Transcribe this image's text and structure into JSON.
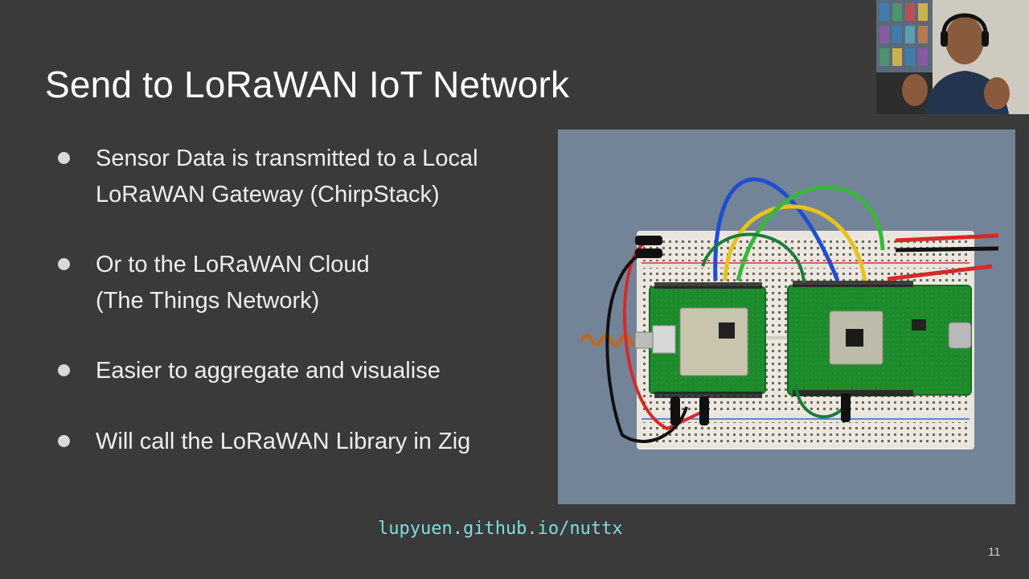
{
  "slide": {
    "title": "Send to LoRaWAN IoT Network",
    "bullets": [
      "Sensor Data is transmitted to a Local\nLoRaWAN Gateway (ChirpStack)",
      "Or to the LoRaWAN Cloud\n(The Things Network)",
      "Easier to aggregate and visualise",
      "Will call the LoRaWAN Library in Zig"
    ],
    "footer_link": "lupyuen.github.io/nuttx",
    "page_number": "11"
  },
  "colors": {
    "background": "#3a3a3a",
    "link": "#7fdde0",
    "pcb_green": "#1e8a2e",
    "wire_blue": "#1f4fd0",
    "wire_yellow": "#e8c21a",
    "wire_green": "#36b83b",
    "wire_red": "#d42a2a"
  },
  "icons": {
    "photo": "breadboard-photo",
    "webcam": "presenter-webcam"
  }
}
